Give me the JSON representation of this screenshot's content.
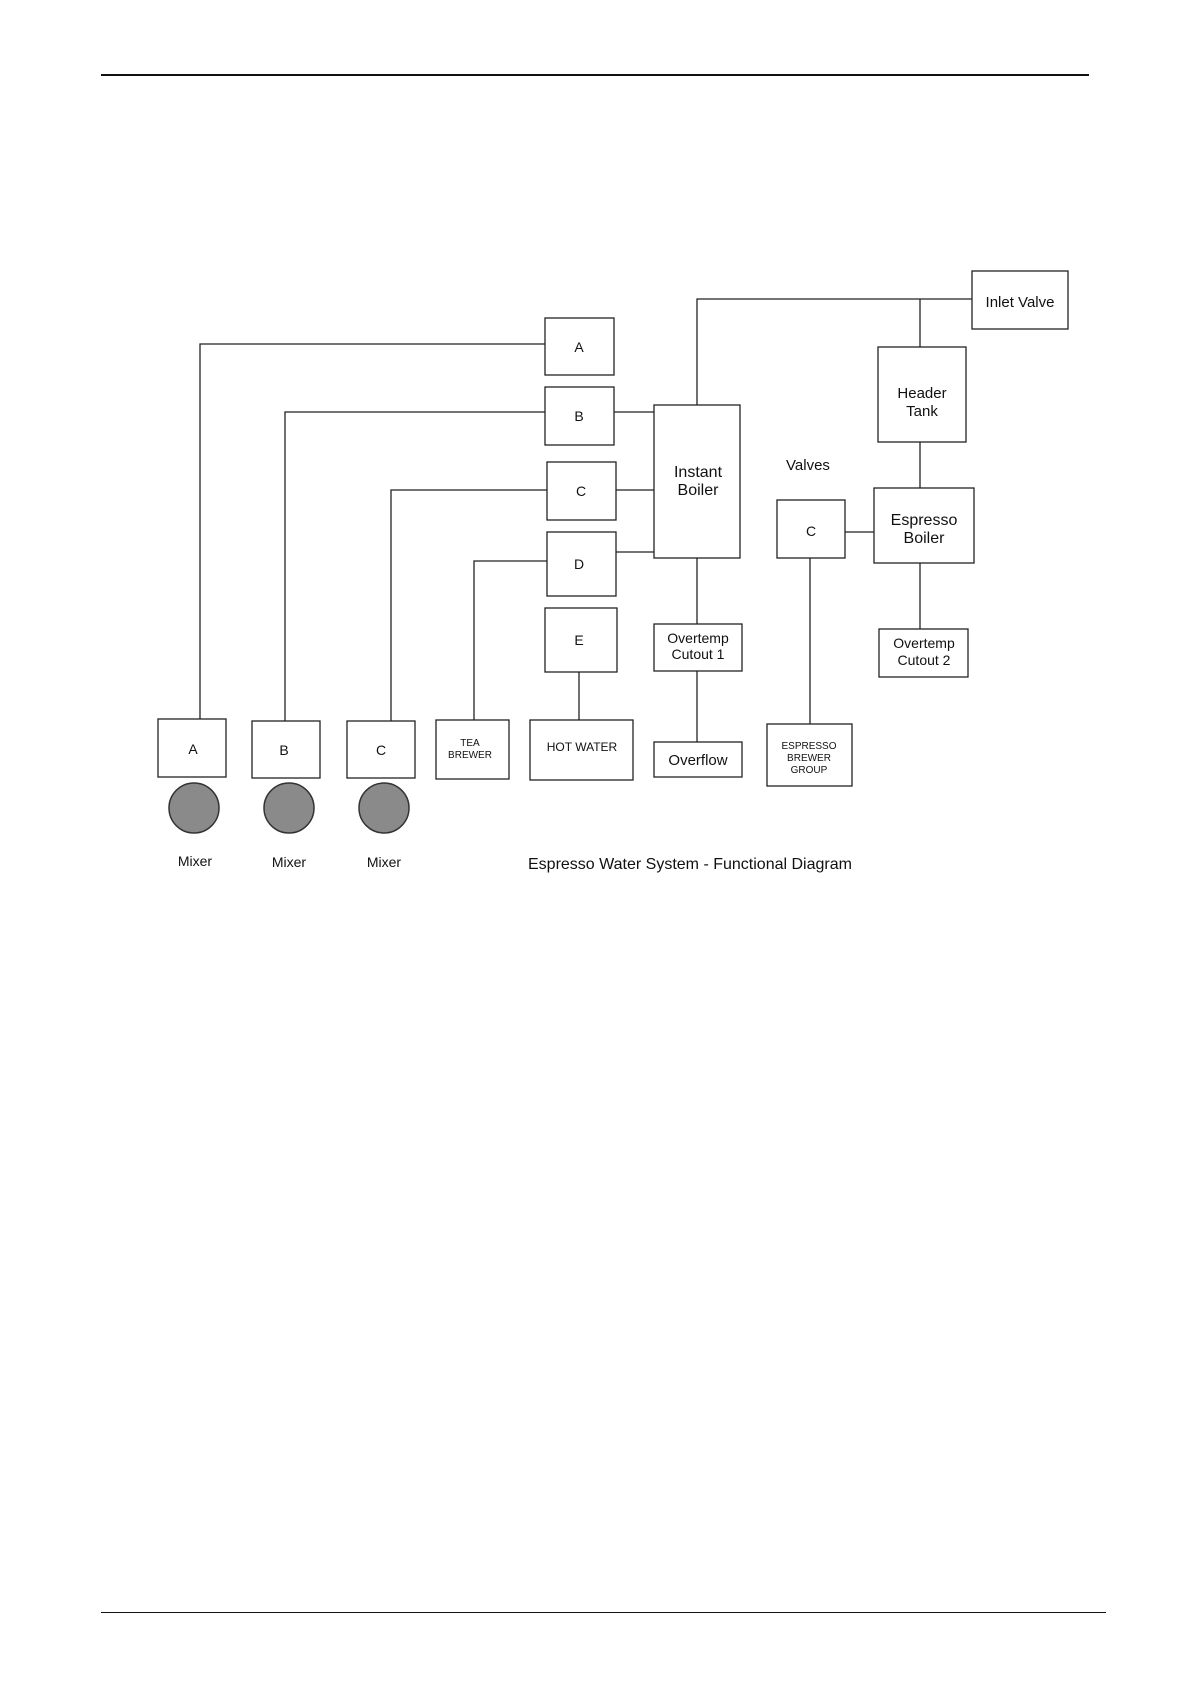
{
  "diagram": {
    "title": "Espresso Water System - Functional Diagram",
    "valves_label": "Valves",
    "components": {
      "inlet_valve": "Inlet Valve",
      "header_tank": [
        "Header",
        "Tank"
      ],
      "instant_boiler": [
        "Instant",
        "Boiler"
      ],
      "espresso_boiler": [
        "Espresso",
        "Boiler"
      ],
      "overtemp_cutout_1": [
        "Overtemp",
        "Cutout 1"
      ],
      "overtemp_cutout_2": [
        "Overtemp",
        "Cutout 2"
      ],
      "overflow": "Overflow",
      "espresso_brewer_group": [
        "ESPRESSO",
        "BREWER",
        "GROUP"
      ],
      "tea_brewer": [
        "TEA",
        "BREWER"
      ],
      "hot_water": "HOT WATER"
    },
    "valves": [
      "A",
      "B",
      "C",
      "D",
      "E"
    ],
    "espresso_valve": "C",
    "mixers": [
      {
        "label": "A",
        "name": "Mixer"
      },
      {
        "label": "B",
        "name": "Mixer"
      },
      {
        "label": "C",
        "name": "Mixer"
      }
    ]
  }
}
